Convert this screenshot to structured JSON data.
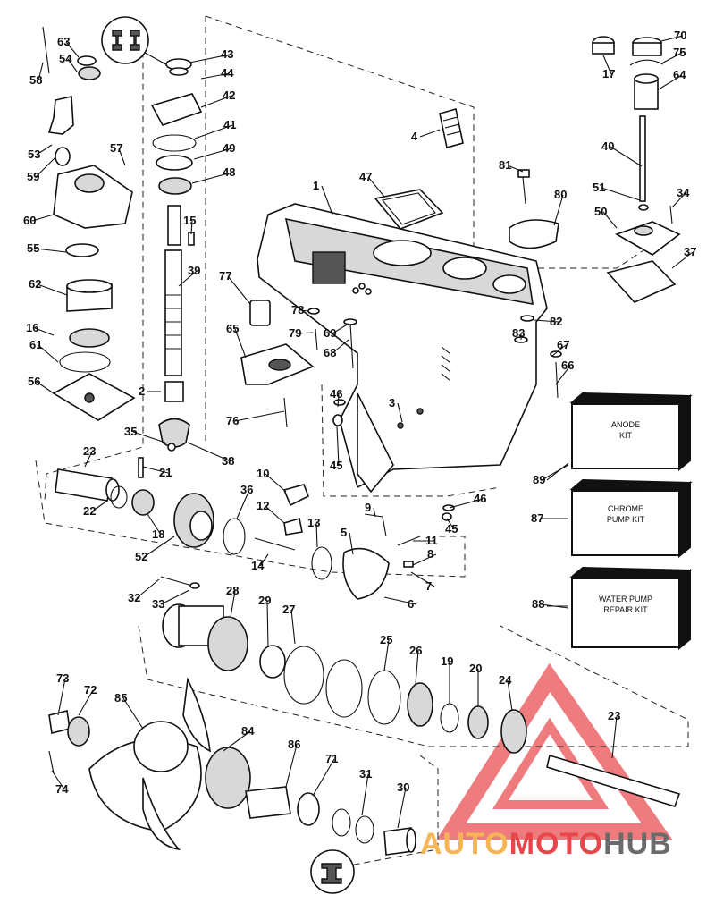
{
  "labels": [
    "1",
    "2",
    "3",
    "4",
    "5",
    "6",
    "7",
    "8",
    "9",
    "10",
    "11",
    "12",
    "13",
    "14",
    "15",
    "16",
    "17",
    "18",
    "19",
    "20",
    "21",
    "22",
    "23",
    "23",
    "24",
    "25",
    "26",
    "27",
    "28",
    "29",
    "30",
    "31",
    "32",
    "33",
    "34",
    "35",
    "36",
    "37",
    "38",
    "39",
    "40",
    "41",
    "42",
    "43",
    "44",
    "45",
    "45",
    "46",
    "46",
    "47",
    "48",
    "49",
    "50",
    "51",
    "52",
    "53",
    "54",
    "55",
    "56",
    "57",
    "58",
    "59",
    "60",
    "61",
    "62",
    "63",
    "64",
    "65",
    "66",
    "67",
    "68",
    "69",
    "70",
    "71",
    "72",
    "73",
    "74",
    "75",
    "76",
    "77",
    "78",
    "79",
    "80",
    "81",
    "82",
    "83",
    "84",
    "85",
    "86",
    "87",
    "88",
    "89"
  ],
  "kits": [
    {
      "line1": "ANODE",
      "line2": "KIT"
    },
    {
      "line1": "CHROME",
      "line2": "PUMP KIT"
    },
    {
      "line1": "WATER PUMP",
      "line2": "REPAIR KIT"
    }
  ],
  "watermark": {
    "part1": "AUTO",
    "part2": "MOTO",
    "part3": "HUB"
  },
  "colors": {
    "watermark_orange": "#f5b555",
    "watermark_red": "#e8464a",
    "watermark_gray": "#6b6b6b",
    "ink": "#111111"
  }
}
